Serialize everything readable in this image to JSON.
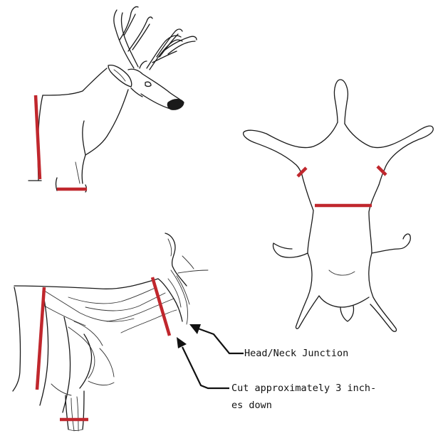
{
  "labels": {
    "head_neck_junction": "Head/Neck Junction",
    "cut_line1": "Cut approximately 3 inch-",
    "cut_line2": "es down"
  },
  "colors": {
    "cut_mark": "#c0272d",
    "ink": "#1a1a1a",
    "background": "#ffffff"
  },
  "figures": [
    {
      "name": "deer-side-view",
      "cut_marks": 2
    },
    {
      "name": "deer-carcass-top-view",
      "cut_marks": 3
    },
    {
      "name": "skinned-neck-closeup",
      "cut_marks": 3
    }
  ]
}
